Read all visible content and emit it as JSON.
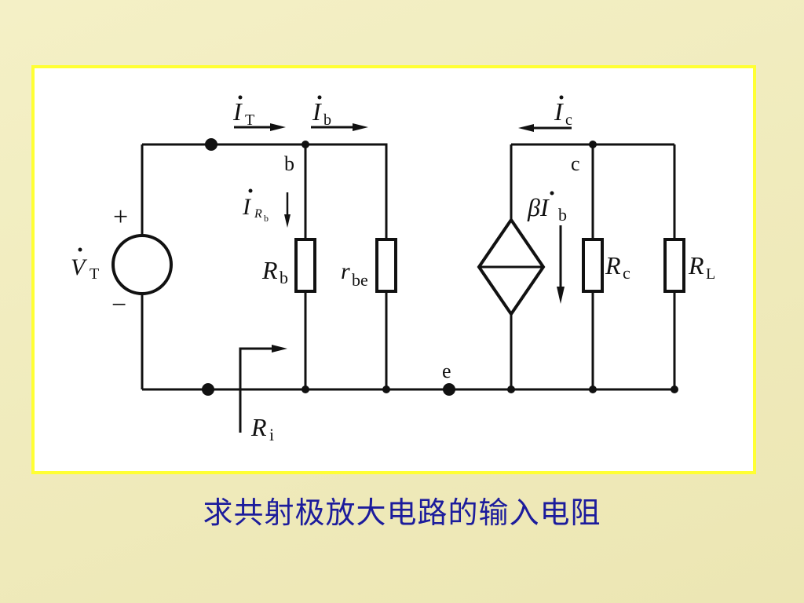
{
  "caption": "求共射极放大电路的输入电阻",
  "colors": {
    "background": "#f1edbf",
    "frame_border": "#ffff33",
    "caption": "#1c1c9c"
  },
  "labels": {
    "IT": "I",
    "IT_sub": "T",
    "Ib": "I",
    "Ib_sub": "b",
    "Ic": "I",
    "Ic_sub": "c",
    "IRb": "I",
    "IRb_sub": "R",
    "IRb_subsub": "b",
    "node_b": "b",
    "node_c": "c",
    "node_e": "e",
    "VT": "V",
    "VT_sub": "T",
    "plus": "+",
    "minus": "−",
    "Rb": "R",
    "Rb_sub": "b",
    "rbe": "r",
    "rbe_sub": "be",
    "Rc": "R",
    "Rc_sub": "c",
    "RL": "R",
    "RL_sub": "L",
    "beta_src": "βI",
    "beta_src_sub": "b",
    "Ri": "R",
    "Ri_sub": "i"
  }
}
